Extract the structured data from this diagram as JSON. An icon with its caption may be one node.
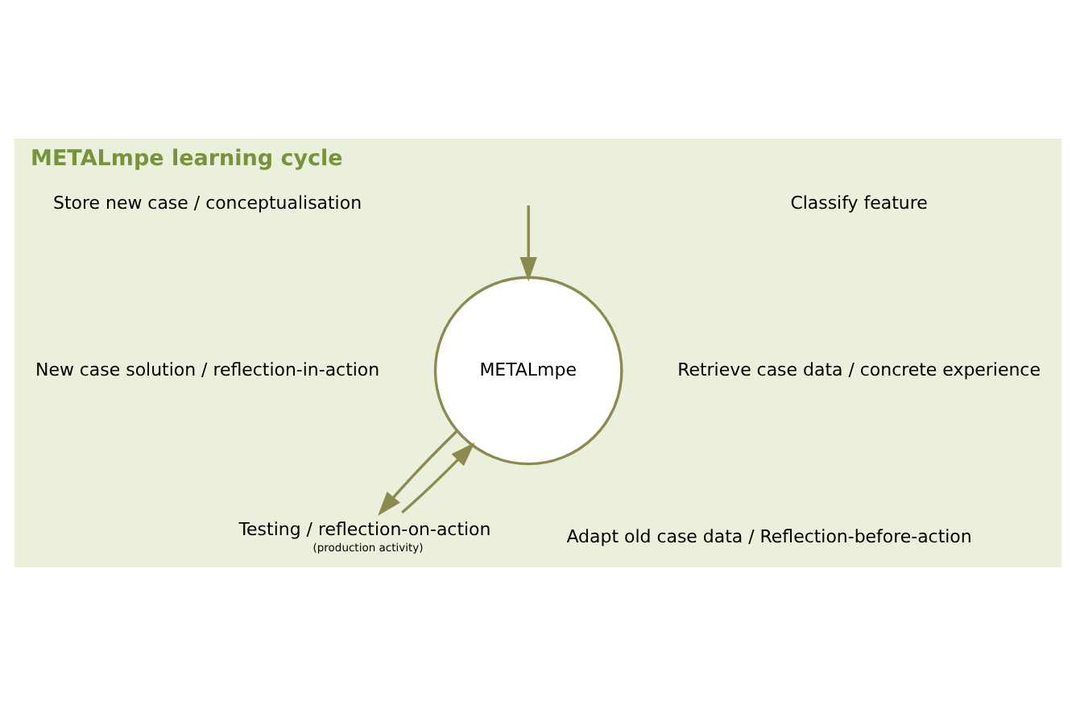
{
  "diagram": {
    "title": "METALmpe learning cycle",
    "nodes": [
      {
        "text": [
          "METALmpe"
        ]
      },
      {
        "text": [
          "Testing / reflection-on-action"
        ],
        "beside": [
          "(production activity)"
        ]
      }
    ],
    "edges": [
      {
        "from": null,
        "to": 0,
        "arrow": "to"
      },
      {
        "from": 0,
        "to": 1,
        "arrow": "to"
      },
      {
        "from": 1,
        "to": 0,
        "arrow": "to"
      }
    ],
    "labels": [
      "Store new case / conceptualisation",
      "Classify feature",
      "New case solution / reflection-in-action",
      "Retrieve case data / concrete experience",
      "Adapt old case data / Reflection-before-action"
    ]
  }
}
